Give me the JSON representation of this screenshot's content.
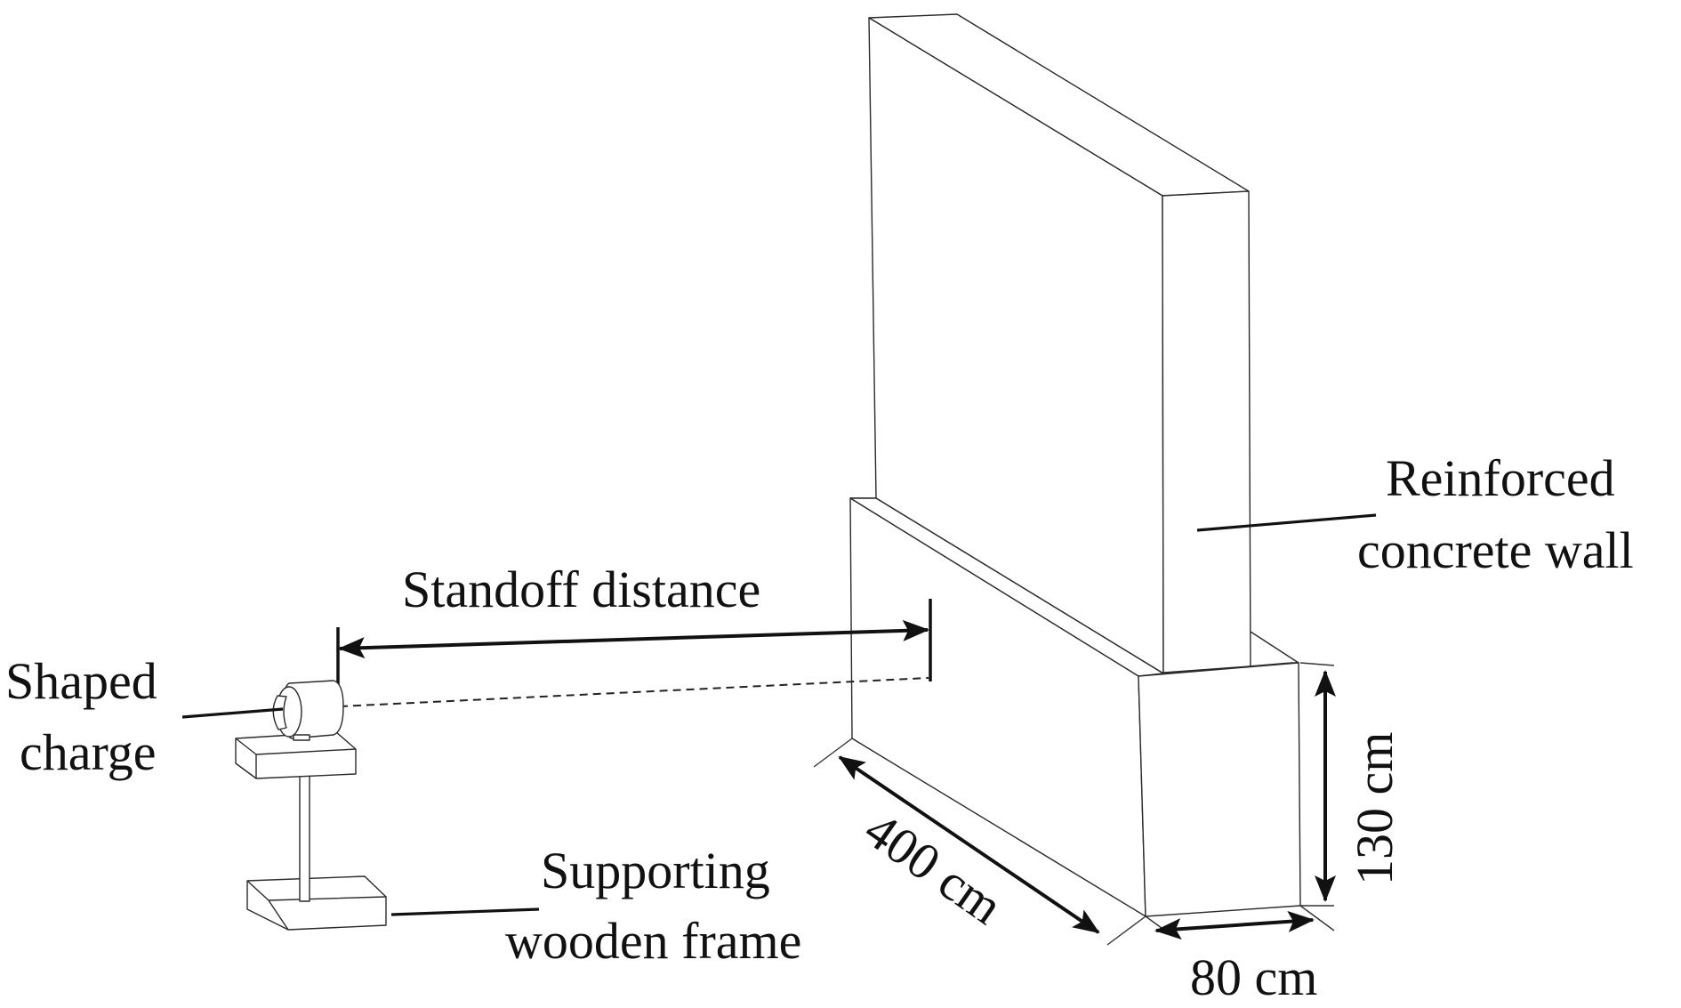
{
  "labels": {
    "wall_line1": "Reinforced",
    "wall_line2": "concrete wall",
    "standoff": "Standoff distance",
    "charge_line1": "Shaped",
    "charge_line2": "charge",
    "frame_line1": "Supporting",
    "frame_line2": "wooden frame",
    "length": "400 cm",
    "height": "130 cm",
    "width": "80 cm"
  }
}
